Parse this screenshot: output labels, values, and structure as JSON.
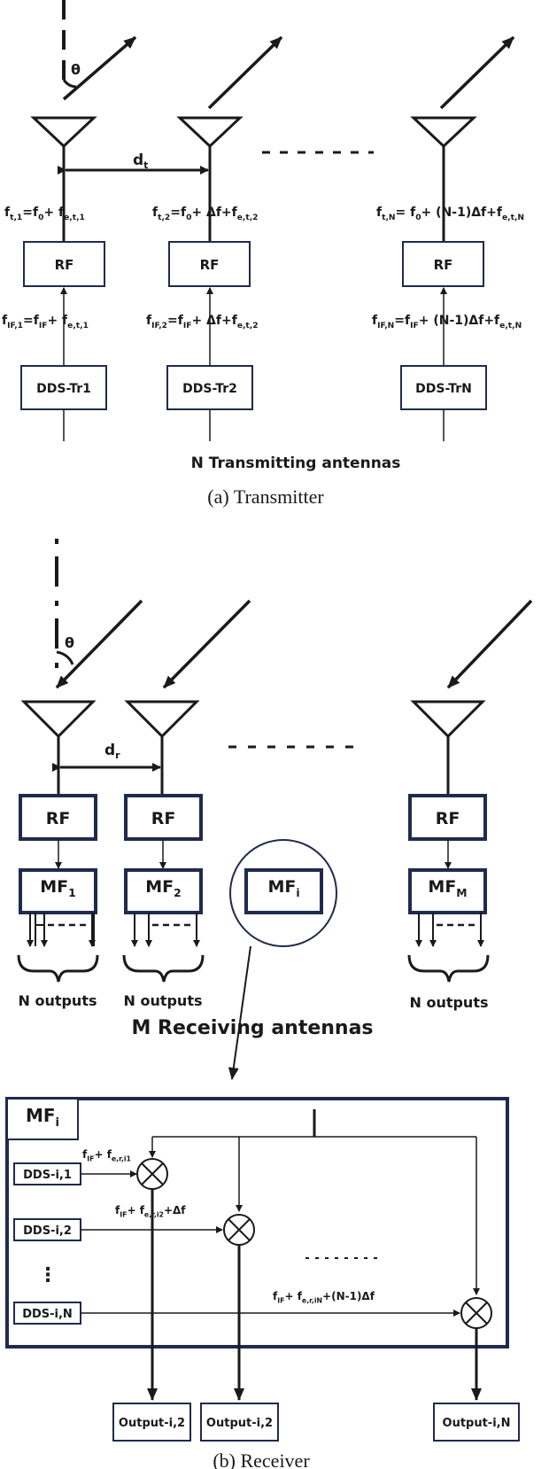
{
  "transmitter": {
    "theta": "θ",
    "spacing": "d",
    "spacing_sub": "t",
    "freq_labels": [
      "f<sub>t,1</sub>=f<sub>0</sub>+ f<sub>e,t,1</sub>",
      "f<sub>t,2</sub>=f<sub>0</sub>+ Δf+f<sub>e,t,2</sub>",
      "f<sub>t,N</sub>= f<sub>0</sub>+ (N-1)Δf+f<sub>e,t,N</sub>"
    ],
    "if_labels": [
      "f<sub>IF,1</sub>=f<sub>IF</sub>+ f<sub>e,t,1</sub>",
      "f<sub>IF,2</sub>=f<sub>IF</sub>+ Δf+f<sub>e,t,2</sub>",
      "f<sub>IF,N</sub>=f<sub>IF</sub>+ (N-1)Δf+f<sub>e,t,N</sub>"
    ],
    "rf_label": "RF",
    "dds_labels": [
      "DDS-Tr1",
      "DDS-Tr2",
      "DDS-TrN"
    ],
    "group_label": "N Transmitting antennas",
    "caption": "(a) Transmitter"
  },
  "receiver": {
    "theta": "θ",
    "spacing": "d",
    "spacing_sub": "r",
    "rf_label": "RF",
    "mf_labels": [
      "MF<sub>1</sub>",
      "MF<sub>2</sub>",
      "MF<sub>i</sub>",
      "MF<sub>M</sub>"
    ],
    "outputs_label": "N outputs",
    "group_label": "M Receiving antennas",
    "detail": {
      "title": "MF<sub>i</sub>",
      "dds_labels": [
        "DDS-i,1",
        "DDS-i,2",
        "DDS-i,N"
      ],
      "vdots": "⋮",
      "mix_labels": [
        "f<sub>IF</sub>+ f<sub>e,r,i1</sub>",
        "f<sub>IF</sub>+ f<sub>e,r,i2</sub>+Δf",
        "f<sub>IF</sub>+ f<sub>e,r,iN</sub>+(N-1)Δf"
      ],
      "output_labels": [
        "Output-i,2",
        "Output-i,2",
        "Output-i,N"
      ]
    },
    "caption": "(b) Receiver"
  }
}
